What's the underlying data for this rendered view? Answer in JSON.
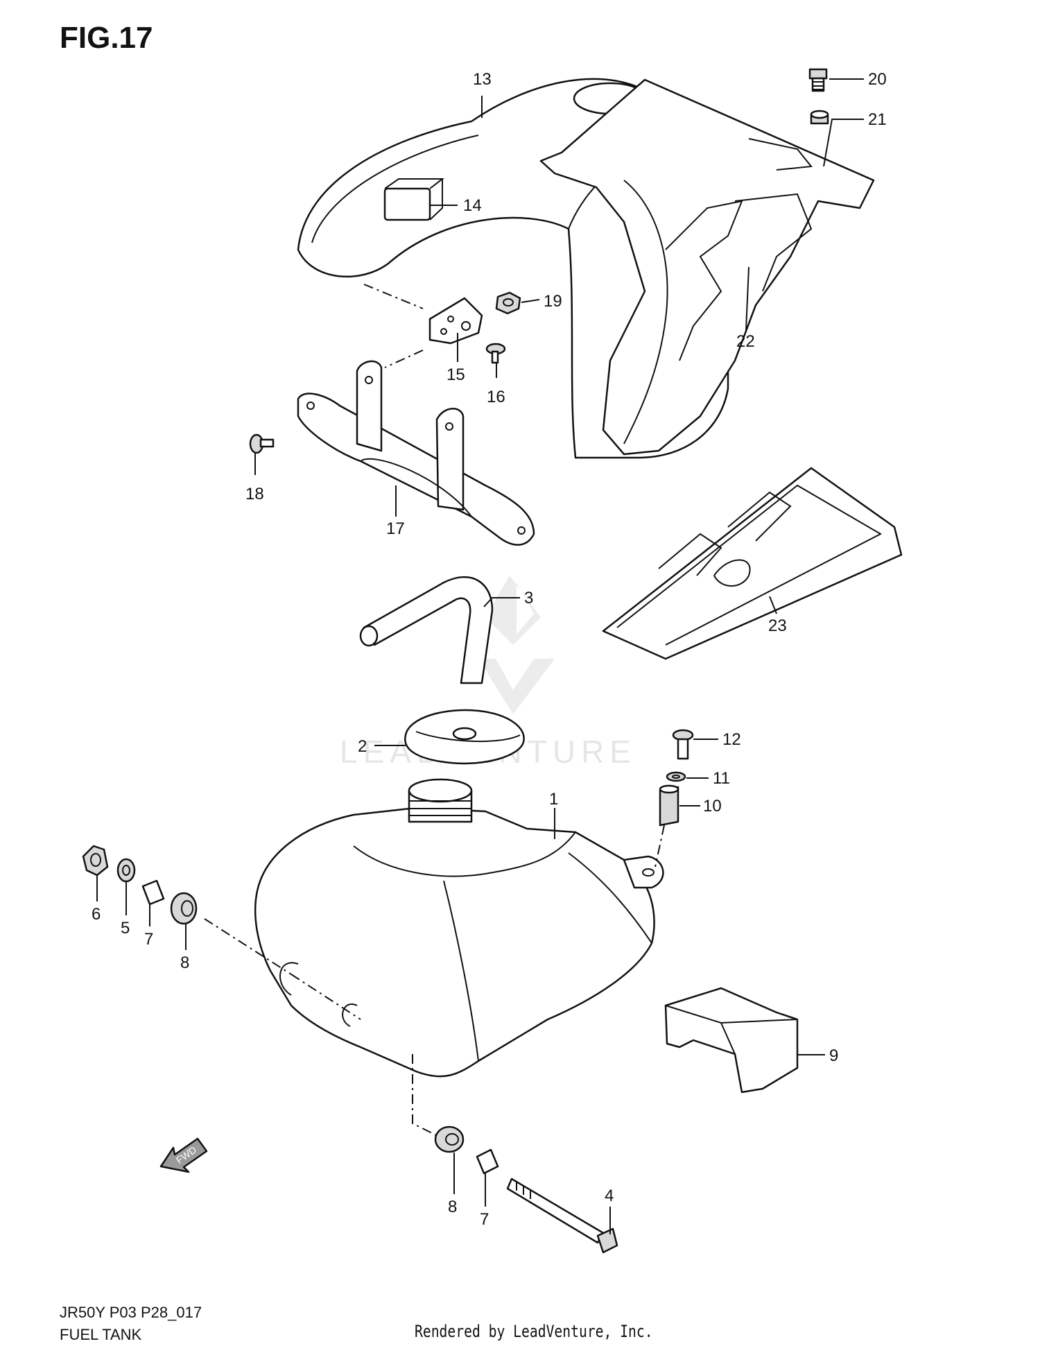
{
  "figure": {
    "title": "FIG.17",
    "model_code": "JR50Y P03 P28_017",
    "section_name": "FUEL TANK",
    "credit": "Rendered by LeadVenture, Inc."
  },
  "watermark": {
    "text": "LEADVENTURE"
  },
  "fwd_arrow": {
    "label": "FWD"
  },
  "callouts": {
    "c1": "1",
    "c2": "2",
    "c3": "3",
    "c4": "4",
    "c5": "5",
    "c6": "6",
    "c7a": "7",
    "c7b": "7",
    "c8a": "8",
    "c8b": "8",
    "c9": "9",
    "c10": "10",
    "c11": "11",
    "c12": "12",
    "c13": "13",
    "c14": "14",
    "c15": "15",
    "c16": "16",
    "c17": "17",
    "c18": "18",
    "c19": "19",
    "c20": "20",
    "c21": "21",
    "c22": "22",
    "c23": "23"
  },
  "colors": {
    "line": "#111111",
    "shade": "#d9d9d9",
    "dark_shade": "#9a9a9a",
    "watermark": "#e6e6e6"
  }
}
